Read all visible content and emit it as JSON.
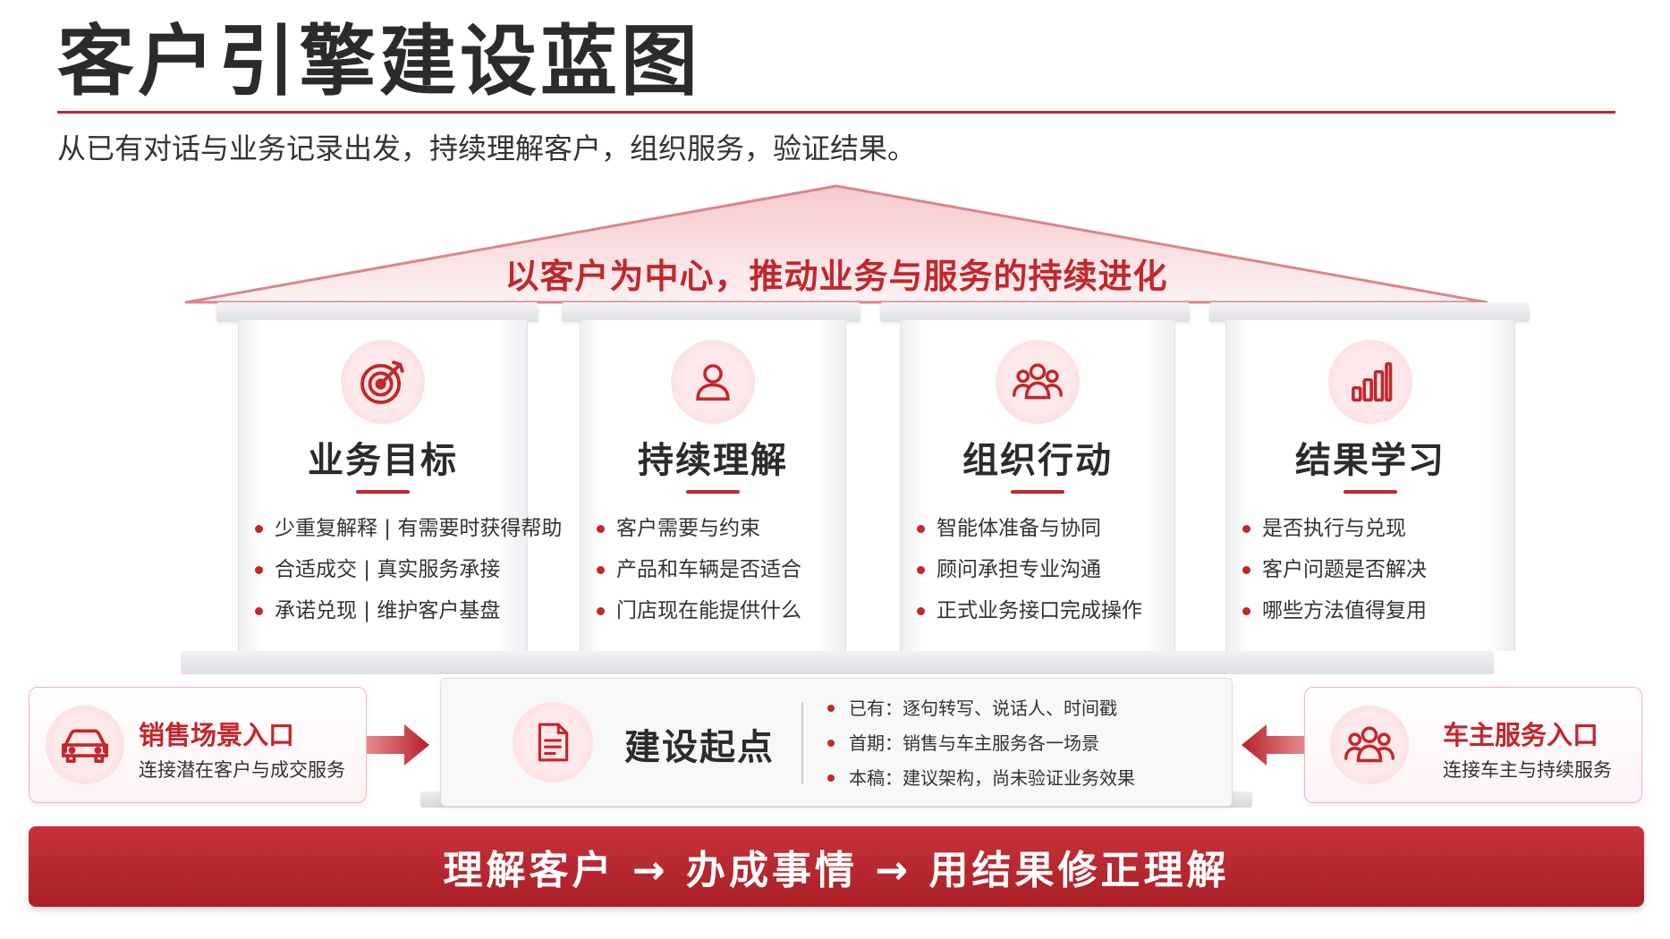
{
  "header": {
    "title": "客户引擎建设蓝图",
    "subtitle": "从已有对话与业务记录出发，持续理解客户，组织服务，验证结果。"
  },
  "roof": {
    "text": "以客户为中心，推动业务与服务的持续进化"
  },
  "pillars": [
    {
      "title": "业务目标",
      "icon": "target-icon",
      "items": [
        "少重复解释 | 有需要时获得帮助",
        "合适成交 | 真实服务承接",
        "承诺兑现 | 维护客户基盘"
      ]
    },
    {
      "title": "持续理解",
      "icon": "user-icon",
      "items": [
        "客户需要与约束",
        "产品和车辆是否适合",
        "门店现在能提供什么"
      ]
    },
    {
      "title": "组织行动",
      "icon": "team-icon",
      "items": [
        "智能体准备与协同",
        "顾问承担专业沟通",
        "正式业务接口完成操作"
      ]
    },
    {
      "title": "结果学习",
      "icon": "bar-chart-icon",
      "items": [
        "是否执行与兑现",
        "客户问题是否解决",
        "哪些方法值得复用"
      ]
    }
  ],
  "entries": {
    "left": {
      "title": "销售场景入口",
      "desc": "连接潜在客户与成交服务",
      "icon": "car-icon"
    },
    "right": {
      "title": "车主服务入口",
      "desc": "连接车主与持续服务",
      "icon": "team-icon"
    }
  },
  "foundation": {
    "title": "建设起点",
    "icon": "document-icon",
    "items": [
      "已有：逐句转写、说话人、时间戳",
      "首期：销售与车主服务各一场景",
      "本稿：建议架构，尚未验证业务效果"
    ]
  },
  "footer": {
    "text": "理解客户 → 办成事情 → 用结果修正理解"
  },
  "colors": {
    "accent": "#c1272d",
    "text": "#2b2b2b",
    "icon_bg": "#fde8ea"
  }
}
